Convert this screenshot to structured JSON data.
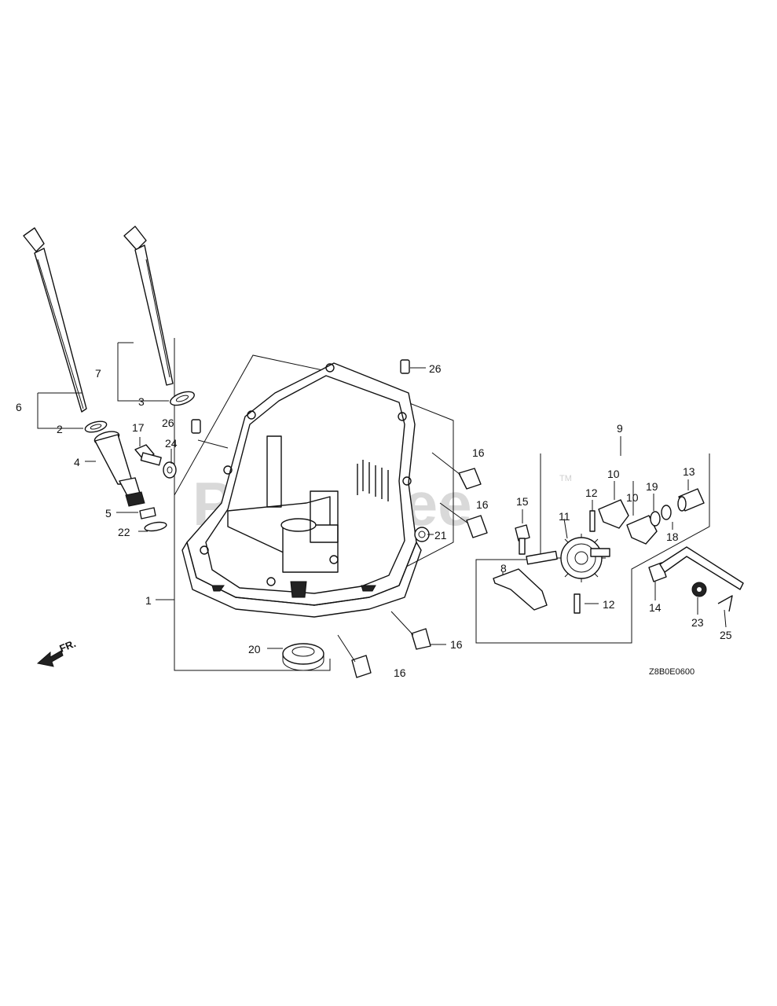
{
  "watermark": {
    "text": "PartsTree",
    "trademark": "TM"
  },
  "direction_marker": {
    "text": "FR."
  },
  "diagram_code": "Z8B0E0600",
  "callouts": {
    "c1": "1",
    "c2": "2",
    "c3": "3",
    "c4": "4",
    "c5": "5",
    "c6": "6",
    "c7": "7",
    "c8": "8",
    "c9": "9",
    "c10a": "10",
    "c10b": "10",
    "c11": "11",
    "c12a": "12",
    "c12b": "12",
    "c13": "13",
    "c14": "14",
    "c15": "15",
    "c16a": "16",
    "c16b": "16",
    "c16c": "16",
    "c16d": "16",
    "c17": "17",
    "c18": "18",
    "c19": "19",
    "c20": "20",
    "c21": "21",
    "c22": "22",
    "c23": "23",
    "c24": "24",
    "c25": "25",
    "c26a": "26",
    "c26b": "26"
  }
}
